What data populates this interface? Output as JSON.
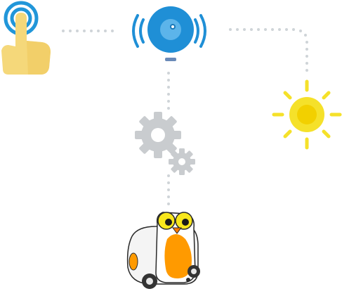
{
  "diagram": {
    "nodes": [
      {
        "id": "touch",
        "icon": "touch-hand-icon"
      },
      {
        "id": "sensor",
        "icon": "sensor-icon"
      },
      {
        "id": "sun",
        "icon": "sun-icon"
      },
      {
        "id": "gears",
        "icon": "gears-icon"
      },
      {
        "id": "robot",
        "icon": "robot-icon"
      }
    ],
    "connections": [
      {
        "from": "touch",
        "to": "sensor",
        "style": "dotted"
      },
      {
        "from": "sensor",
        "to": "sun",
        "style": "dotted"
      },
      {
        "from": "sensor",
        "to": "gears",
        "style": "dotted"
      },
      {
        "from": "gears",
        "to": "robot",
        "style": "dotted"
      }
    ]
  },
  "colors": {
    "dots": "#cfd4d8",
    "sensor_blue": "#1f8fd6",
    "sensor_dark": "#1a78b8",
    "touch_ring": "#2196d9",
    "hand": "#f5d87a",
    "hand_shade": "#f0c95d",
    "sun": "#f5e12a",
    "sun_core": "#f2d000",
    "gear": "#c9cccf",
    "robot_body": "#f4f4f4",
    "robot_orange": "#ff9a00",
    "eye_yellow": "#f8e71c"
  }
}
